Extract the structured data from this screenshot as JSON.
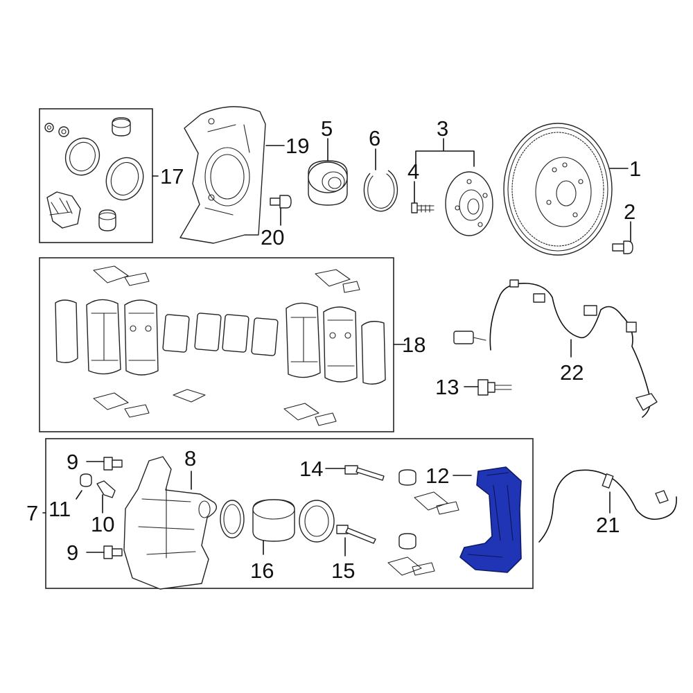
{
  "diagram": {
    "highlight_color": "#1f35b5",
    "callouts": [
      {
        "id": "c1",
        "label": "1"
      },
      {
        "id": "c2",
        "label": "2"
      },
      {
        "id": "c3",
        "label": "3"
      },
      {
        "id": "c4",
        "label": "4"
      },
      {
        "id": "c5",
        "label": "5"
      },
      {
        "id": "c6",
        "label": "6"
      },
      {
        "id": "c7",
        "label": "7"
      },
      {
        "id": "c8",
        "label": "8"
      },
      {
        "id": "c9a",
        "label": "9"
      },
      {
        "id": "c9b",
        "label": "9"
      },
      {
        "id": "c10",
        "label": "10"
      },
      {
        "id": "c11",
        "label": "11"
      },
      {
        "id": "c12",
        "label": "12"
      },
      {
        "id": "c13",
        "label": "13"
      },
      {
        "id": "c14",
        "label": "14"
      },
      {
        "id": "c15",
        "label": "15"
      },
      {
        "id": "c16",
        "label": "16"
      },
      {
        "id": "c17",
        "label": "17"
      },
      {
        "id": "c18",
        "label": "18"
      },
      {
        "id": "c19",
        "label": "19"
      },
      {
        "id": "c20",
        "label": "20"
      },
      {
        "id": "c21",
        "label": "21"
      },
      {
        "id": "c22",
        "label": "22"
      }
    ]
  }
}
